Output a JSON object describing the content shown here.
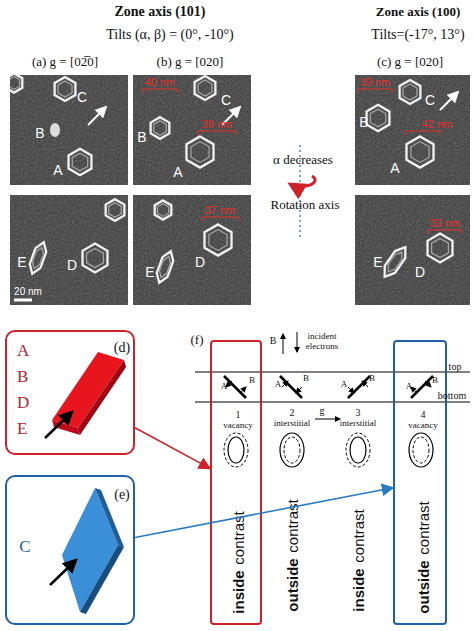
{
  "diagram": {
    "nodes": [
      {
        "text": [
          "(d)",
          "A B D E"
        ]
      },
      {
        "text": [
          "(e)",
          "C"
        ]
      },
      {
        "text": [
          "A",
          "B",
          "1",
          "vacancy",
          "inside",
          "contrast"
        ]
      },
      {
        "text": [
          "A",
          "B",
          "4",
          "vacancy",
          "outside",
          "contrast"
        ]
      }
    ],
    "edges": [
      {
        "from": 0,
        "to": 2,
        "arrow": "to"
      },
      {
        "from": 1,
        "to": 3,
        "arrow": "to"
      }
    ],
    "labels": [
      "Zone axis (101)",
      "Tilts (α, β) = (0°, -10°)",
      "Zone axis (100)",
      "Tilts=(-17°, 13°)",
      "(a) g = [02̅0]",
      "(b) g = [020]",
      "(c) g = [020]",
      "C",
      "B",
      "A",
      "E",
      "D",
      "C",
      "B",
      "A",
      "E",
      "D",
      "C",
      "B",
      "A",
      "E",
      "D",
      "20 nm",
      "40 nm",
      "39 nm",
      "37 nm",
      "39 nm",
      "42 nm",
      "33 nm",
      "α decreases",
      "Rotation axis",
      "(f)",
      "B",
      "incident electrons",
      "top",
      "bottom",
      "A",
      "B",
      "2",
      "interstitial",
      "A",
      "B",
      "3",
      "interstitial",
      "g",
      "outside",
      "contrast",
      "inside",
      "contrast"
    ]
  }
}
